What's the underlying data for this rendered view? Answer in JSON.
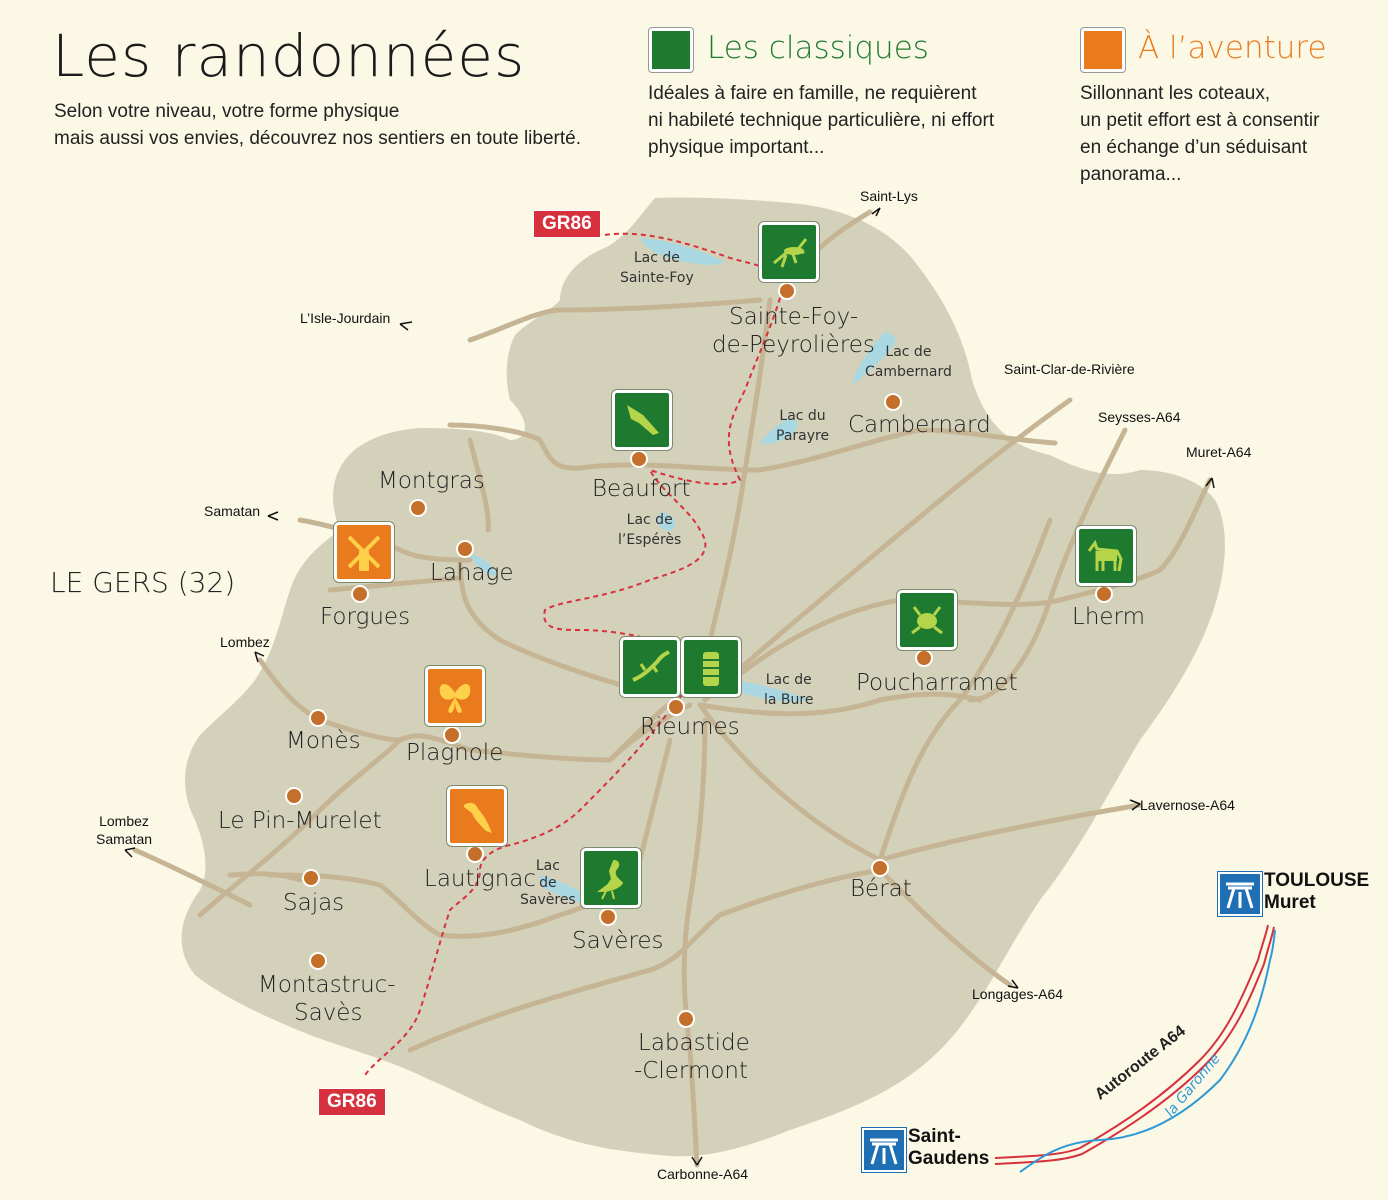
{
  "header": {
    "title": "Les randonnées",
    "subtitle_line1": "Selon votre niveau, votre forme physique",
    "subtitle_line2": "mais aussi vos envies, découvrez nos sentiers en toute liberté."
  },
  "legend": {
    "classic": {
      "title": "Les classiques",
      "color": "#1e7a2f",
      "line1": "Idéales à faire en famille, ne requièrent",
      "line2": "ni habileté technique particulière, ni effort",
      "line3": "physique important..."
    },
    "adventure": {
      "title": "À l’aventure",
      "color": "#ea7a1e",
      "line1": "Sillonnant les coteaux,",
      "line2": "un petit effort est à consentir",
      "line3": "en échange d’un séduisant",
      "line4": "panorama..."
    }
  },
  "region_label": "LE GERS (32)",
  "towns": {
    "sainte_foy_1": "Sainte-Foy-",
    "sainte_foy_2": "de-Peyrolières",
    "cambernard": "Cambernard",
    "beaufort": "Beaufort",
    "montgras": "Montgras",
    "lahage": "Lahage",
    "forgues": "Forgues",
    "rieumes": "Rieumes",
    "poucharramet": "Poucharramet",
    "lherm": "Lherm",
    "mones": "Monès",
    "plagnole": "Plagnole",
    "le_pin_murelet": "Le Pin-Murelet",
    "lautignac": "Lautignac",
    "saveres": "Savères",
    "sajas": "Sajas",
    "montastruc_1": "Montastruc-",
    "montastruc_2": "Savès",
    "berat": "Bérat",
    "labastide_1": "Labastide",
    "labastide_2": "-Clermont"
  },
  "lakes": {
    "sainte_foy_1": "Lac de",
    "sainte_foy_2": "Sainte-Foy",
    "cambernard_1": "Lac de",
    "cambernard_2": "Cambernard",
    "parayre_1": "Lac du",
    "parayre_2": "Parayre",
    "esperes_1": "Lac de",
    "esperes_2": "l’Espérès",
    "bure_1": "Lac de",
    "bure_2": "la Bure",
    "saveres_1": "Lac",
    "saveres_2": "de",
    "saveres_3": "Savères"
  },
  "destinations": {
    "saint_lys": "Saint-Lys",
    "lisle_jourdain": "L’Isle-Jourdain",
    "saint_clar": "Saint-Clar-de-Rivière",
    "seysses": "Seysses-A64",
    "muret": "Muret-A64",
    "samatan": "Samatan",
    "lombez": "Lombez",
    "lombez_samatan_1": "Lombez",
    "lombez_samatan_2": "Samatan",
    "lavernose": "Lavernose-A64",
    "longages": "Longages-A64",
    "carbonne": "Carbonne-A64"
  },
  "gr": {
    "top": "GR86",
    "bottom": "GR86"
  },
  "highway": {
    "toulouse_1": "TOULOUSE",
    "toulouse_2": "Muret",
    "saint_gaudens_1": "Saint-",
    "saint_gaudens_2": "Gaudens",
    "autoroute": "Autoroute A64",
    "river": "la Garonne"
  },
  "colors": {
    "land": "#d4d1bb",
    "road": "#c6b595",
    "lake": "#a9d8e2",
    "village_dot": "#c4702a",
    "gr_trail": "#d7313e",
    "highway_sign": "#1e6fb4",
    "river": "#2f9ad8"
  },
  "icons": [
    {
      "id": "grasshopper",
      "type": "classic"
    },
    {
      "id": "bird-of-prey",
      "type": "classic"
    },
    {
      "id": "windmill",
      "type": "adventure"
    },
    {
      "id": "donkey",
      "type": "classic"
    },
    {
      "id": "frog",
      "type": "classic"
    },
    {
      "id": "lizard",
      "type": "classic"
    },
    {
      "id": "tower",
      "type": "classic"
    },
    {
      "id": "butterfly",
      "type": "adventure"
    },
    {
      "id": "songbird",
      "type": "adventure"
    },
    {
      "id": "heron",
      "type": "classic"
    }
  ]
}
